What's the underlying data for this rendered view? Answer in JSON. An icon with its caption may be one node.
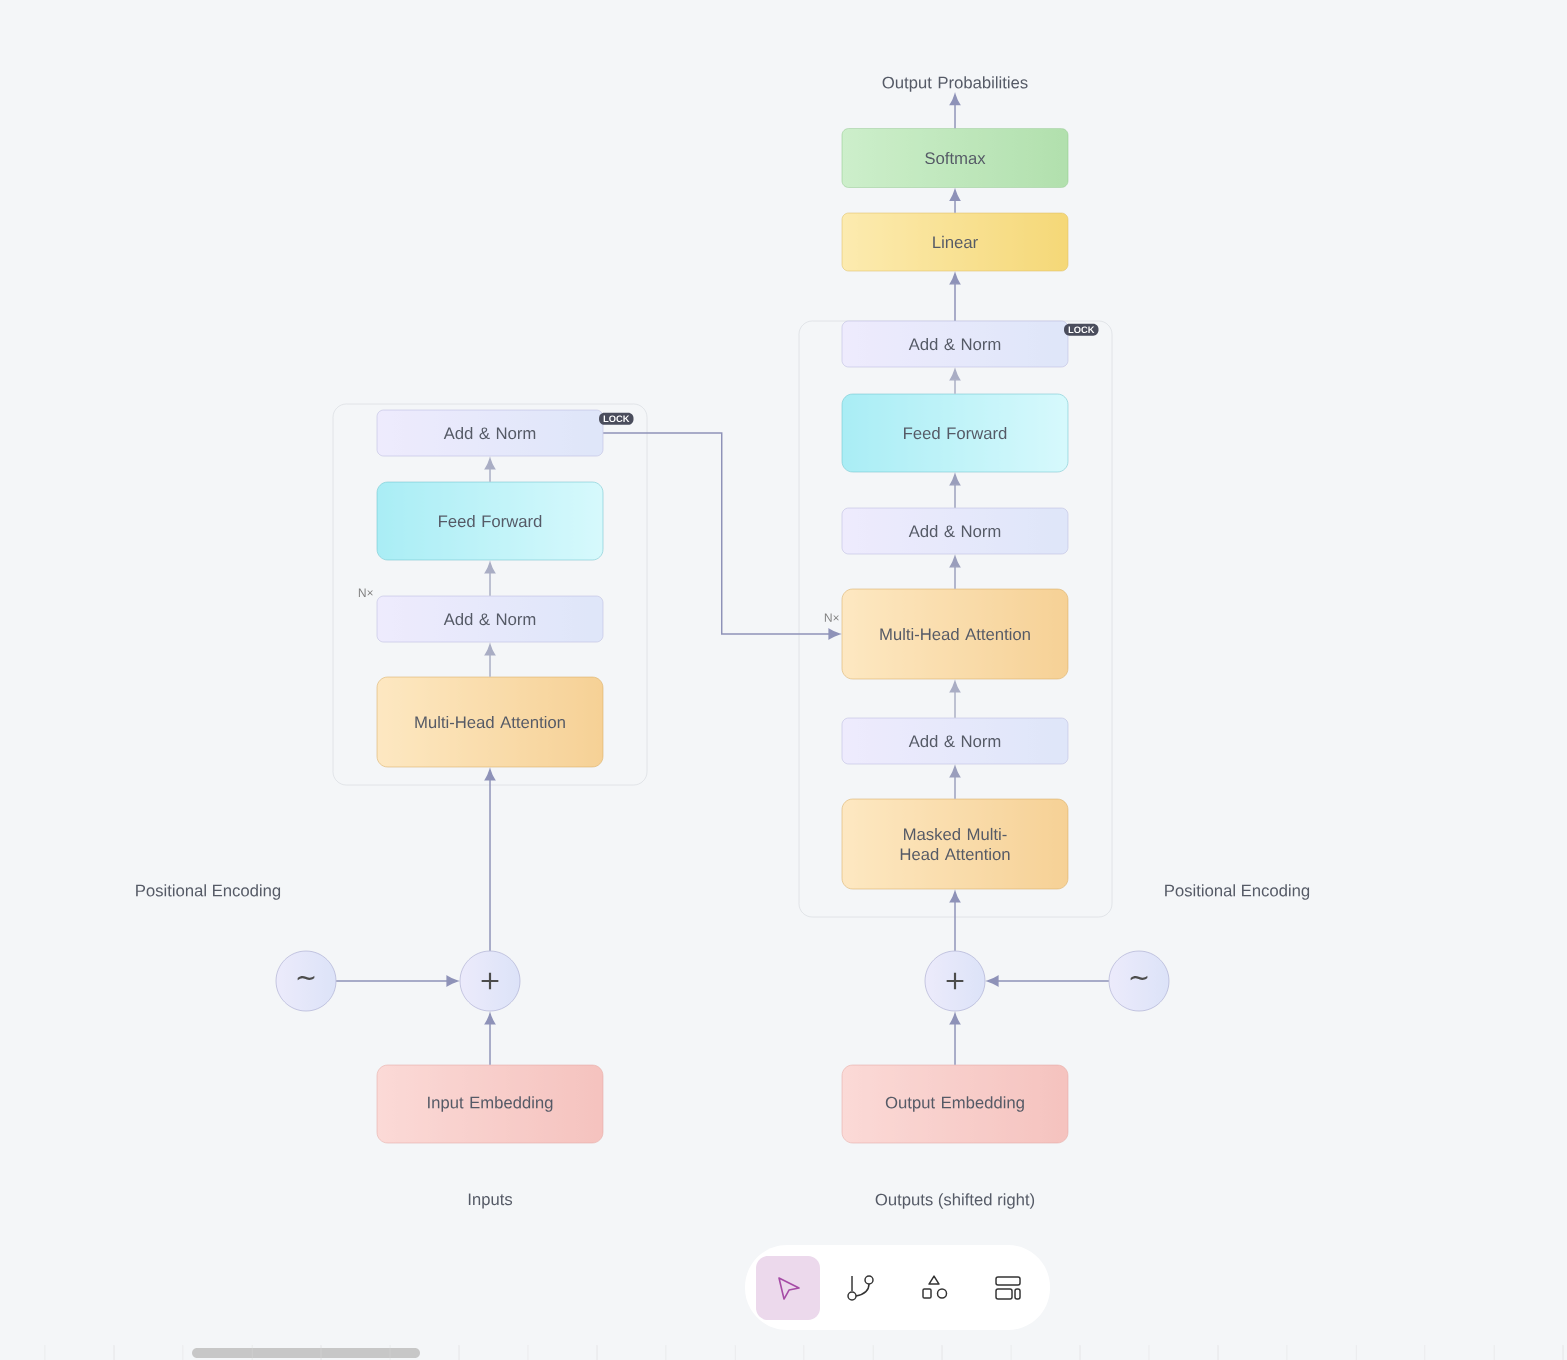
{
  "diagram": {
    "nodes": [
      {
        "text": [
          "N×"
        ]
      },
      {
        "text": [
          "Add & Norm"
        ],
        "in": 0,
        "beside": [
          "LOCK"
        ]
      },
      {
        "text": [
          "Feed Forward"
        ],
        "in": 0
      },
      {
        "text": [
          "Add & Norm"
        ],
        "in": 0
      },
      {
        "text": [
          "Multi-Head Attention"
        ],
        "in": 0
      },
      {
        "text": [
          "∼"
        ]
      },
      {
        "text": [
          "+"
        ]
      },
      {
        "text": [
          "Input Embedding"
        ]
      },
      {
        "text": [
          "Output Probabilities"
        ]
      },
      {
        "text": [
          "Softmax"
        ]
      },
      {
        "text": [
          "Linear"
        ]
      },
      {
        "text": [
          "N×"
        ]
      },
      {
        "text": [
          "Add & Norm"
        ],
        "in": 11,
        "beside": [
          "LOCK"
        ]
      },
      {
        "text": [
          "Feed Forward"
        ],
        "in": 11
      },
      {
        "text": [
          "Add & Norm"
        ],
        "in": 11
      },
      {
        "text": [
          "Multi-Head Attention"
        ],
        "in": 11
      },
      {
        "text": [
          "Add & Norm"
        ],
        "in": 11
      },
      {
        "text": [
          "Masked Multi-Head Attention"
        ],
        "in": 11
      },
      {
        "text": [
          "+"
        ]
      },
      {
        "text": [
          "∼"
        ]
      },
      {
        "text": [
          "Output Embedding"
        ]
      }
    ],
    "edges": [
      {
        "from": 7,
        "to": 6,
        "arrow": "to"
      },
      {
        "from": 5,
        "to": 6,
        "arrow": "to"
      },
      {
        "from": 6,
        "to": 4,
        "arrow": "to"
      },
      {
        "from": 4,
        "to": 3,
        "arrow": "to",
        "color": "#a9adc4"
      },
      {
        "from": 3,
        "to": 2,
        "arrow": "to",
        "color": "#a9adc4"
      },
      {
        "from": 2,
        "to": 1,
        "arrow": "to",
        "color": "#a9adc4"
      },
      {
        "from": 1,
        "to": 15,
        "arrow": "to"
      },
      {
        "from": 20,
        "to": 18,
        "arrow": "to"
      },
      {
        "from": 19,
        "to": 18,
        "arrow": "to"
      },
      {
        "from": 18,
        "to": 17,
        "arrow": "to"
      },
      {
        "from": 17,
        "to": 16,
        "arrow": "to",
        "color": "#9a9ebc"
      },
      {
        "from": 16,
        "to": 15,
        "arrow": "to",
        "color": "#a9adc4"
      },
      {
        "from": 15,
        "to": 14,
        "arrow": "to",
        "color": "#9a9ebc"
      },
      {
        "from": 14,
        "to": 13,
        "arrow": "to",
        "color": "#9a9ebc"
      },
      {
        "from": 13,
        "to": 12,
        "arrow": "to",
        "color": "#a9adc4"
      },
      {
        "from": 12,
        "to": 10,
        "arrow": "to"
      },
      {
        "from": 10,
        "to": 9,
        "arrow": "to"
      },
      {
        "from": 9,
        "to": 8,
        "arrow": "to"
      }
    ],
    "labels": [
      "Positional Encoding",
      "Positional Encoding",
      "Inputs",
      "Outputs (shifted right)"
    ]
  }
}
